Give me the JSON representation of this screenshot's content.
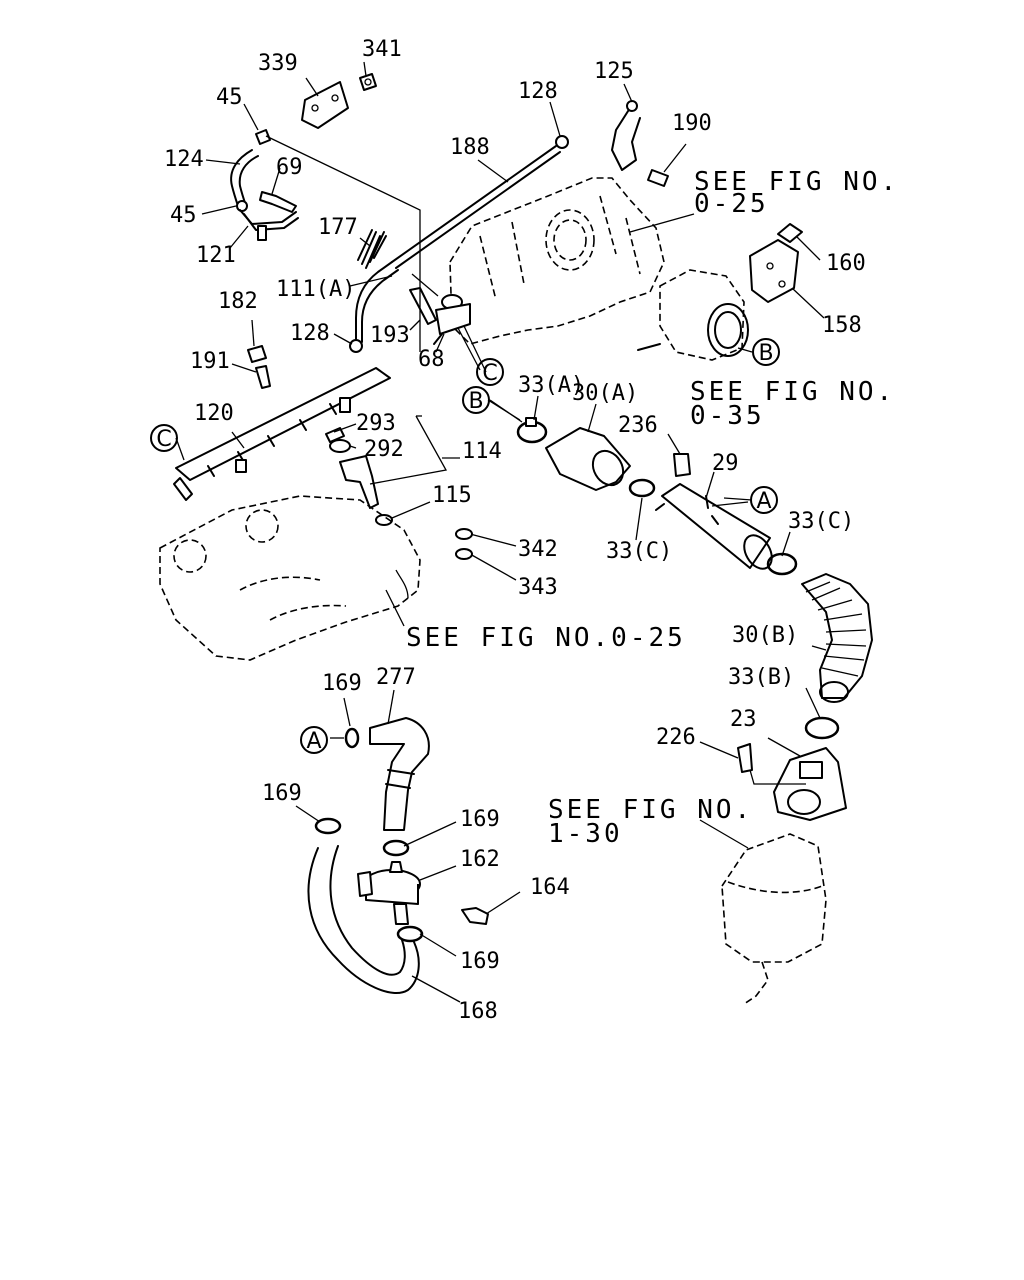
{
  "labels": {
    "l339": "339",
    "l341": "341",
    "l45a": "45",
    "l124": "124",
    "l69": "69",
    "l45b": "45",
    "l121": "121",
    "l177": "177",
    "l188": "188",
    "l128a": "128",
    "l125": "125",
    "l190": "190",
    "l160": "160",
    "l158": "158",
    "l111a": "111(A)",
    "l182": "182",
    "l128b": "128",
    "l193": "193",
    "l191": "191",
    "l68": "68",
    "l33a": "33(A)",
    "l30a": "30(A)",
    "l120": "120",
    "l293": "293",
    "l292": "292",
    "l114": "114",
    "l236": "236",
    "l29": "29",
    "l115": "115",
    "l33c1": "33(C)",
    "l33c2": "33(C)",
    "l342": "342",
    "l343": "343",
    "l30b": "30(B)",
    "l33b": "33(B)",
    "l169a": "169",
    "l277": "277",
    "l23": "23",
    "l226": "226",
    "l169b": "169",
    "l169c": "169",
    "l162": "162",
    "l164": "164",
    "l169d": "169",
    "l168": "168"
  },
  "references": {
    "fig_0_25_top_line1": "SEE FIG NO.",
    "fig_0_25_top_line2": "0-25",
    "fig_0_35_line1": "SEE FIG NO.",
    "fig_0_35_line2": "0-35",
    "fig_0_25_bottom": "SEE FIG NO.0-25",
    "fig_1_30_line1": "SEE FIG NO.",
    "fig_1_30_line2": "1-30"
  },
  "connection_markers": {
    "a_left": "A",
    "a_right": "A",
    "b_left": "B",
    "b_right": "B",
    "c_left": "C",
    "c_right": "C"
  }
}
